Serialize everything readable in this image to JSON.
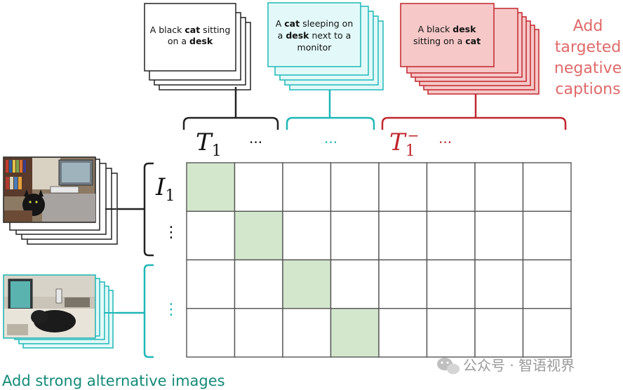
{
  "captions": {
    "positive": {
      "plain1": "A black ",
      "bold1": "cat",
      "plain2": " sitting",
      "line2_plain": "on a ",
      "line2_bold": "desk"
    },
    "alternative": {
      "plain1": "A ",
      "bold1": "cat",
      "plain2": " sleeping on",
      "l2_plain1": "a ",
      "l2_bold": "desk",
      "l2_plain2": " next to a",
      "line3": "monitor"
    },
    "negative": {
      "plain1": "A black ",
      "bold1": "desk",
      "line2_plain": "sitting on a ",
      "line2_bold": "cat"
    }
  },
  "labels": {
    "text_positive_symbol": "T",
    "text_positive_sub": "1",
    "text_ellipsis_black": "···",
    "text_ellipsis_teal": "···",
    "text_negative_symbol": "T",
    "text_negative_sub": "1",
    "text_negative_sup": "−",
    "text_ellipsis_red": "···",
    "image_symbol": "I",
    "image_sub": "1",
    "image_vdots_black": "⋮",
    "image_vdots_teal": "⋮"
  },
  "annotations": {
    "negative_captions_line1": "Add",
    "negative_captions_line2": "targeted",
    "negative_captions_line3": "negative",
    "negative_captions_line4": "captions",
    "alternative_images": "Add strong alternative images",
    "watermark": "公众号 · 智语视界"
  },
  "colors": {
    "black": "#222222",
    "teal": "#1fb7b7",
    "teal_fill": "#e3f9f9",
    "red": "#c0272d",
    "red_fill": "#f6c8c8",
    "salmon_text": "#e06a6a",
    "green_text": "#138a78",
    "grid_line": "#555555",
    "diagonal_fill": "#d3e7cc"
  },
  "matrix": {
    "rows": 4,
    "cols": 8,
    "highlighted_diagonal": [
      [
        0,
        0
      ],
      [
        1,
        1
      ],
      [
        2,
        2
      ],
      [
        3,
        3
      ]
    ]
  }
}
